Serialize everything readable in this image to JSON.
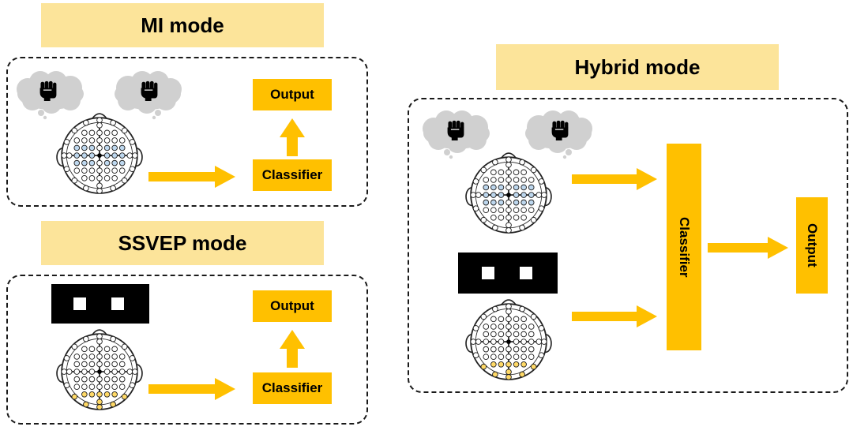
{
  "mi": {
    "title": "MI mode",
    "output": "Output",
    "classifier": "Classifier"
  },
  "ssvep": {
    "title": "SSVEP mode",
    "output": "Output",
    "classifier": "Classifier"
  },
  "hybrid": {
    "title": "Hybrid mode",
    "classifier": "Classifier",
    "output": "Output"
  },
  "colors": {
    "banner": "#FCE49A",
    "box": "#FFC000",
    "mi_electrode": "#BDD7EE",
    "ssvep_electrode": "#FFD966",
    "cloud": "#D0D0D0"
  },
  "icons": {
    "thought": "thought-cloud-icon",
    "fist": "raised-fist-icon",
    "head": "eeg-cap-icon",
    "stimulus": "flicker-stimulus-icon",
    "arrow": "arrow-icon"
  }
}
